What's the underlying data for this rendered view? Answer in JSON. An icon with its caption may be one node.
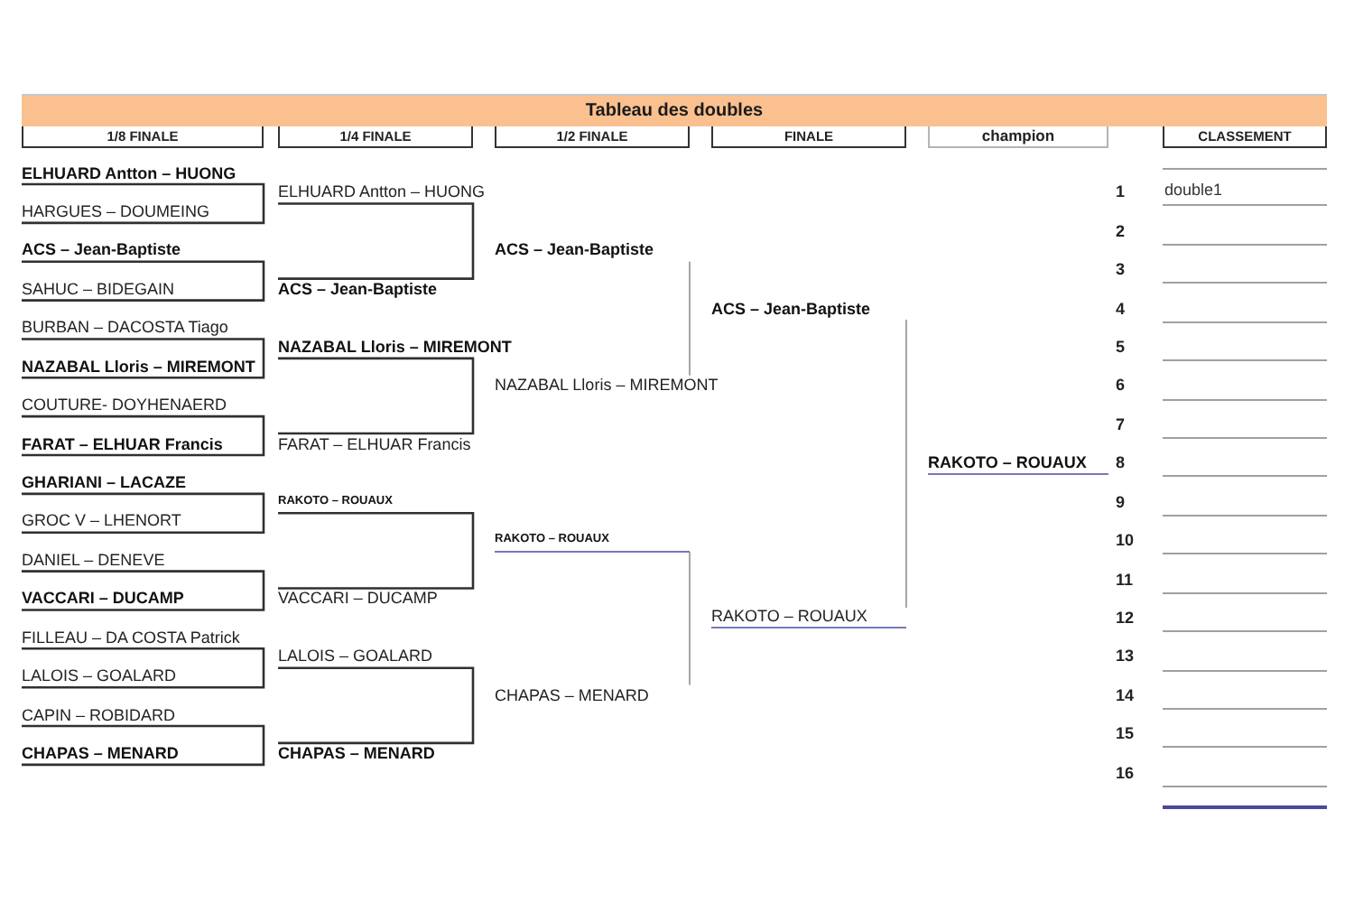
{
  "diagram": {
    "title": "Tableau des doubles",
    "nodes": [
      {
        "text": [
          "1/8 FINALE"
        ]
      },
      {
        "text": [
          "1/4 FINALE"
        ]
      },
      {
        "text": [
          "1/2 FINALE"
        ]
      },
      {
        "text": [
          "FINALE"
        ]
      },
      {
        "text": [
          "champion"
        ]
      },
      {
        "text": [
          "CLASSEMENT"
        ]
      },
      {
        "text": [
          "ELHUARD Antton – HUONG"
        ]
      },
      {
        "text": [
          "HARGUES – DOUMEING"
        ]
      },
      {
        "text": [
          "ACS – Jean-Baptiste"
        ]
      },
      {
        "text": [
          "SAHUC – BIDEGAIN"
        ]
      },
      {
        "text": [
          "BURBAN – DACOSTA Tiago"
        ]
      },
      {
        "text": [
          "NAZABAL Lloris – MIREMONT"
        ]
      },
      {
        "text": [
          "COUTURE- DOYHENAERD"
        ]
      },
      {
        "text": [
          "FARAT – ELHUAR Francis"
        ]
      },
      {
        "text": [
          "GHARIANI – LACAZE"
        ]
      },
      {
        "text": [
          "GROC V – LHENORT"
        ]
      },
      {
        "text": [
          "DANIEL – DENEVE"
        ]
      },
      {
        "text": [
          "VACCARI – DUCAMP"
        ]
      },
      {
        "text": [
          "FILLEAU – DA COSTA Patrick"
        ]
      },
      {
        "text": [
          "LALOIS – GOALARD"
        ]
      },
      {
        "text": [
          "CAPIN – ROBIDARD"
        ]
      },
      {
        "text": [
          "CHAPAS – MENARD"
        ]
      },
      {
        "text": [
          "ELHUARD Antton – HUONG"
        ]
      },
      {
        "text": [
          "ACS – Jean-Baptiste"
        ]
      },
      {
        "text": [
          "NAZABAL Lloris – MIREMONT"
        ]
      },
      {
        "text": [
          "FARAT – ELHUAR Francis"
        ]
      },
      {
        "text": [
          "RAKOTO – ROUAUX"
        ]
      },
      {
        "text": [
          "VACCARI – DUCAMP"
        ]
      },
      {
        "text": [
          "LALOIS – GOALARD"
        ]
      },
      {
        "text": [
          "CHAPAS – MENARD"
        ]
      },
      {
        "text": [
          "ACS – Jean-Baptiste"
        ]
      },
      {
        "text": [
          "NAZABAL Lloris – MIREMONT"
        ]
      },
      {
        "text": [
          "RAKOTO – ROUAUX"
        ]
      },
      {
        "text": [
          "CHAPAS – MENARD"
        ]
      },
      {
        "text": [
          "ACS – Jean-Baptiste"
        ]
      },
      {
        "text": [
          "RAKOTO – ROUAUX"
        ]
      },
      {
        "text": [
          "RAKOTO – ROUAUX"
        ]
      }
    ],
    "edges": [
      {
        "from": 6,
        "to": 7,
        "arrow": "none"
      },
      {
        "from": 8,
        "to": 9,
        "arrow": "none"
      },
      {
        "from": 10,
        "to": 11,
        "arrow": "none"
      },
      {
        "from": 12,
        "to": 13,
        "arrow": "none"
      },
      {
        "from": 14,
        "to": 15,
        "arrow": "none"
      },
      {
        "from": 16,
        "to": 17,
        "arrow": "none"
      },
      {
        "from": 18,
        "to": 19,
        "arrow": "none"
      },
      {
        "from": 20,
        "to": 21,
        "arrow": "none"
      },
      {
        "from": 22,
        "to": 23,
        "arrow": "none"
      },
      {
        "from": 24,
        "to": 25,
        "arrow": "none"
      },
      {
        "from": 26,
        "to": 27,
        "arrow": "none"
      },
      {
        "from": 28,
        "to": 29,
        "arrow": "none"
      },
      {
        "from": 30,
        "to": 31,
        "arrow": "none",
        "color": "#a6a6a6"
      },
      {
        "from": 32,
        "to": 33,
        "arrow": "none",
        "color": "#a6a6a6"
      },
      {
        "from": 34,
        "to": 35,
        "arrow": "none",
        "color": "#a6a6a6"
      }
    ],
    "labels": [
      "1",
      "double1",
      "2",
      "3",
      "4",
      "5",
      "6",
      "7",
      "8",
      "9",
      "10",
      "11",
      "12",
      "13",
      "14",
      "15",
      "16"
    ]
  }
}
